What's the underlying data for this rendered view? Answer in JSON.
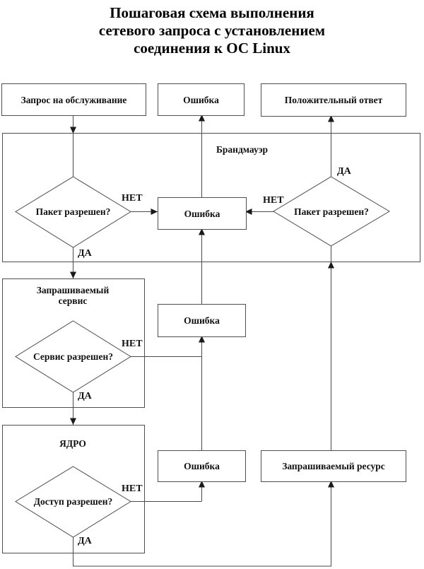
{
  "title": {
    "lines": [
      "Пошаговая схема выполнения",
      "сетевого запроса с установлением",
      "соединения к ОС Linux"
    ]
  },
  "top_row": {
    "request": "Запрос на обслуживание",
    "error": "Ошибка",
    "positive": "Положительный ответ"
  },
  "firewall": {
    "label": "Брандмауэр",
    "decision_left": "Пакет разрешен?",
    "decision_right": "Пакет разрешен?",
    "error": "Ошибка"
  },
  "service": {
    "label_lines": [
      "Запрашиваемый",
      "сервис"
    ],
    "decision": "Сервис разрешен?",
    "error": "Ошибка"
  },
  "kernel": {
    "label": "ЯДРО",
    "decision": "Доступ разрешен?",
    "error": "Ошибка"
  },
  "resource": {
    "label": "Запрашиваемый ресурс"
  },
  "edge_labels": {
    "yes": "ДА",
    "no": "НЕТ"
  },
  "colors": {
    "line": "#4a4a4a",
    "box_border": "#4f4f4f",
    "arrowhead": "#1a1a1a",
    "text": "#111111",
    "background": "#ffffff"
  }
}
